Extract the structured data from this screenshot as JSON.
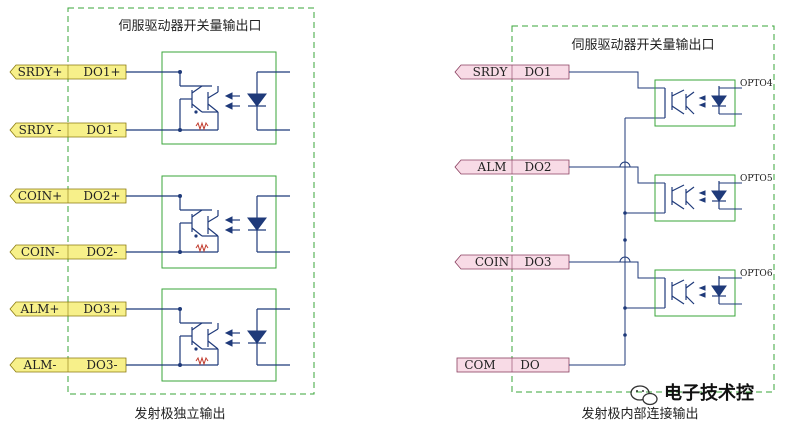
{
  "left": {
    "title": "伺服驱动器开关量输出口",
    "caption": "发射极独立输出",
    "terminals": [
      {
        "name": "SRDY+",
        "pin": "DO1+"
      },
      {
        "name": "SRDY -",
        "pin": "DO1-"
      },
      {
        "name": "COIN+",
        "pin": "DO2+"
      },
      {
        "name": "COIN-",
        "pin": "DO2-"
      },
      {
        "name": "ALM+",
        "pin": "DO3+"
      },
      {
        "name": "ALM-",
        "pin": "DO3-"
      }
    ],
    "colors": {
      "terminal_fill": "#f7f08a",
      "terminal_stroke": "#8a7a10"
    }
  },
  "right": {
    "title": "伺服驱动器开关量输出口",
    "caption": "发射极内部连接输出",
    "terminals": [
      {
        "name": "SRDY",
        "pin": "DO1"
      },
      {
        "name": "ALM",
        "pin": "DO2"
      },
      {
        "name": "COIN",
        "pin": "DO3"
      },
      {
        "name": "COM",
        "pin": "DO"
      }
    ],
    "optos": [
      "OPTO4",
      "OPTO5",
      "OPTO6"
    ],
    "colors": {
      "terminal_fill": "#f8dbe6",
      "terminal_stroke": "#8a4060"
    }
  },
  "watermark": {
    "text": "电子技术控",
    "icon": "wechat-icon"
  },
  "colors": {
    "wire": "#1f3a7a",
    "box": "#3aa53a"
  }
}
